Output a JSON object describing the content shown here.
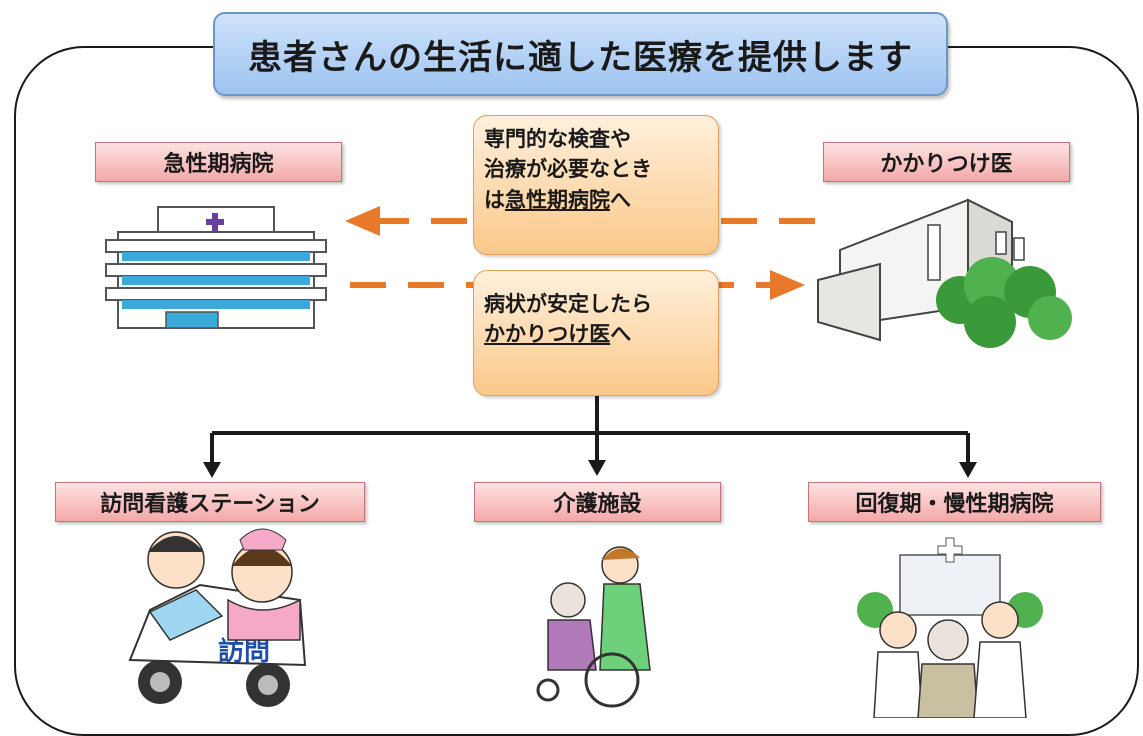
{
  "title": "患者さんの生活に適した医療を提供します",
  "facilities": {
    "acute": "急性期病院",
    "family_doctor": "かかりつけ医",
    "home_nursing": "訪問看護ステーション",
    "care": "介護施設",
    "recovery": "回復期・慢性期病院"
  },
  "bubble_to_acute": {
    "line1": "専門的な検査や",
    "line2": "治療が必要なとき",
    "line3_prefix": "は",
    "line3_link": "急性期病院",
    "line3_suffix": "へ"
  },
  "bubble_to_family": {
    "line1": "病状が安定したら",
    "line2_link": "かかりつけ医",
    "line2_suffix": "へ"
  },
  "van_text": "訪問",
  "colors": {
    "arrow_orange": "#e8782a",
    "label_pink": "#f4a8a8",
    "title_blue": "#9dc3f0",
    "bubble_orange": "#fbc88a"
  },
  "icons": [
    "hospital-building-icon",
    "clinic-building-icon",
    "nurse-van-icon",
    "caregiver-wheelchair-icon",
    "doctors-group-icon"
  ]
}
